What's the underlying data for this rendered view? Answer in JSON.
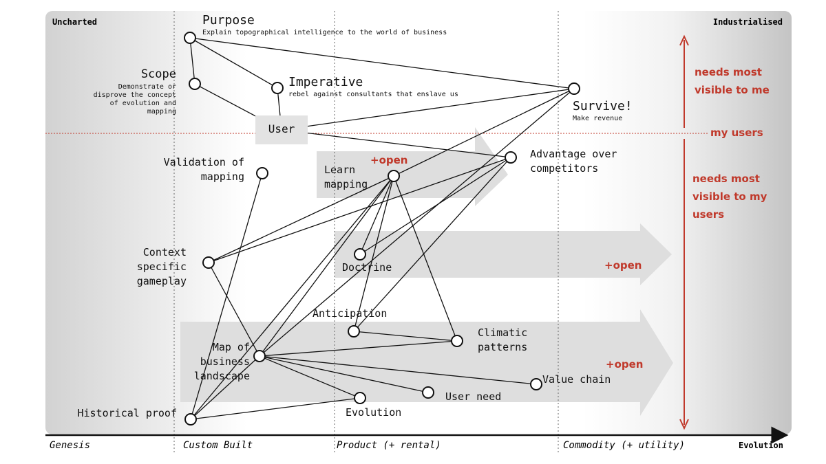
{
  "corners": {
    "top_left": "Uncharted",
    "top_right": "Industrialised"
  },
  "axis": {
    "label": "Evolution",
    "stages": [
      "Genesis",
      "Custom Built",
      "Product (+ rental)",
      "Commodity (+ utility)"
    ]
  },
  "nodes": [
    {
      "id": "purpose",
      "label": "Purpose",
      "sub": "Explain topographical intelligence to the world of business"
    },
    {
      "id": "scope",
      "label": "Scope",
      "sub": "Demonstrate or|disprove the concept|of evolution and|mapping"
    },
    {
      "id": "imperative",
      "label": "Imperative",
      "sub": "rebel against consultants that enslave us"
    },
    {
      "id": "survive",
      "label": "Survive!",
      "sub": "Make revenue"
    },
    {
      "id": "user",
      "label": "User"
    },
    {
      "id": "advantage",
      "label": "Advantage over|competitors"
    },
    {
      "id": "validation",
      "label": "Validation of|mapping"
    },
    {
      "id": "learn",
      "label": "Learn|mapping"
    },
    {
      "id": "context",
      "label": "Context|specific|gameplay"
    },
    {
      "id": "doctrine",
      "label": "Doctrine"
    },
    {
      "id": "anticipation",
      "label": "Anticipation"
    },
    {
      "id": "climatic",
      "label": "Climatic|patterns"
    },
    {
      "id": "map",
      "label": "Map of|business|landscape"
    },
    {
      "id": "valuechain",
      "label": "Value chain"
    },
    {
      "id": "userneed",
      "label": "User need"
    },
    {
      "id": "evolution",
      "label": "Evolution"
    },
    {
      "id": "historical",
      "label": "Historical proof"
    }
  ],
  "edges": [
    [
      "purpose",
      "scope"
    ],
    [
      "purpose",
      "imperative"
    ],
    [
      "purpose",
      "survive"
    ],
    [
      "scope",
      "user"
    ],
    [
      "imperative",
      "user"
    ],
    [
      "user",
      "survive"
    ],
    [
      "user",
      "advantage"
    ],
    [
      "survive",
      "learn"
    ],
    [
      "survive",
      "map"
    ],
    [
      "advantage",
      "context"
    ],
    [
      "advantage",
      "doctrine"
    ],
    [
      "advantage",
      "anticipation"
    ],
    [
      "learn",
      "context"
    ],
    [
      "learn",
      "doctrine"
    ],
    [
      "learn",
      "anticipation"
    ],
    [
      "learn",
      "climatic"
    ],
    [
      "learn",
      "map"
    ],
    [
      "validation",
      "historical"
    ],
    [
      "context",
      "map"
    ],
    [
      "anticipation",
      "climatic"
    ],
    [
      "map",
      "climatic"
    ],
    [
      "map",
      "valuechain"
    ],
    [
      "map",
      "userneed"
    ],
    [
      "map",
      "evolution"
    ],
    [
      "map",
      "historical"
    ],
    [
      "historical",
      "evolution"
    ],
    [
      "historical",
      "learn"
    ]
  ],
  "annotations": {
    "open_1": "+open",
    "open_2": "+open",
    "open_3": "+open",
    "needs_me": "needs most|visible to me",
    "my_users": "my users",
    "needs_users": "needs most|visible to my|users"
  },
  "colors": {
    "accent": "#c0392b",
    "line": "#111111",
    "arrow_fill": "#dcdcdc",
    "panel": "#d9d9d9"
  }
}
